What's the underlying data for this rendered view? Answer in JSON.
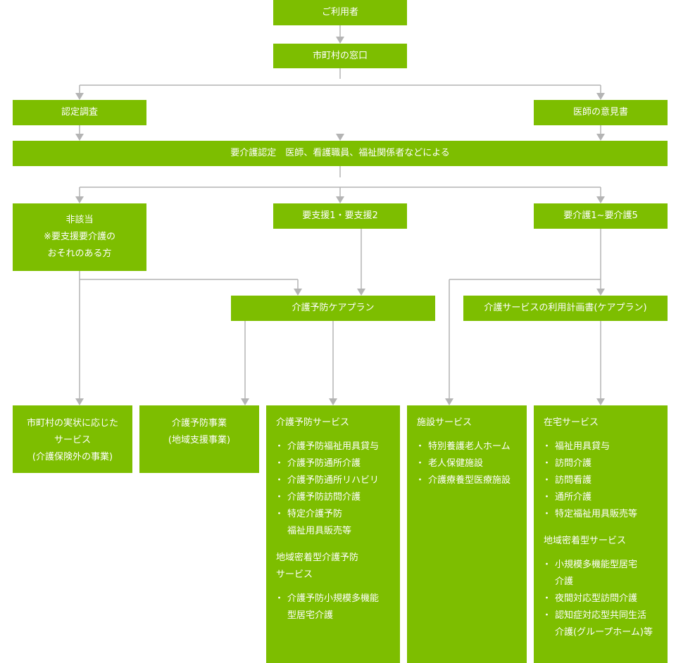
{
  "nodes": {
    "user": "ご利用者",
    "municipal_window": "市町村の窓口",
    "certification_survey": "認定調査",
    "doctor_opinion": "医師の意見書",
    "care_certification": "要介護認定　医師、看護職員、福祉関係者などによる",
    "not_applicable": {
      "title": "非該当",
      "note_line1": "※要支援要介護の",
      "note_line2": "おそれのある方"
    },
    "support_level": "要支援1・要支援2",
    "care_level": "要介護1~要介護5",
    "prevention_care_plan": "介護予防ケアプラン",
    "care_service_plan": "介護サービスの利用計画書(ケアプラン)",
    "municipal_services": {
      "line1": "市町村の実状に応じた",
      "line2": "サービス",
      "line3": "(介護保険外の事業)"
    },
    "prevention_project": {
      "line1": "介護予防事業",
      "line2": "(地域支援事業)"
    },
    "prevention_services": {
      "heading": "介護予防サービス",
      "items": [
        "介護予防福祉用具貸与",
        "介護予防通所介護",
        "介護予防通所リハビリ",
        "介護予防訪問介護",
        "特定介護予防"
      ],
      "item_continuation": "福祉用具販売等",
      "community_heading_line1": "地域密着型介護予防",
      "community_heading_line2": "サービス",
      "community_item_line1": "介護予防小規模多機能",
      "community_item_line2": "型居宅介護"
    },
    "facility_services": {
      "heading": "施設サービス",
      "items": [
        "特別養護老人ホーム",
        "老人保健施設",
        "介護療養型医療施設"
      ]
    },
    "home_services": {
      "heading": "在宅サービス",
      "items": [
        "福祉用具貸与",
        "訪問介護",
        "訪問看護",
        "通所介護",
        "特定福祉用具販売等"
      ],
      "community_heading": "地域密着型サービス",
      "community_items": [
        {
          "line1": "小規模多機能型居宅",
          "line2": "介護"
        },
        {
          "line1": "夜間対応型訪問介護",
          "line2": ""
        },
        {
          "line1": "認知症対応型共同生活",
          "line2": "介護(グループホーム)等"
        }
      ]
    }
  },
  "colors": {
    "box_fill": "#7dbe00",
    "text": "#ffffff",
    "connector": "#b4b4b4"
  }
}
